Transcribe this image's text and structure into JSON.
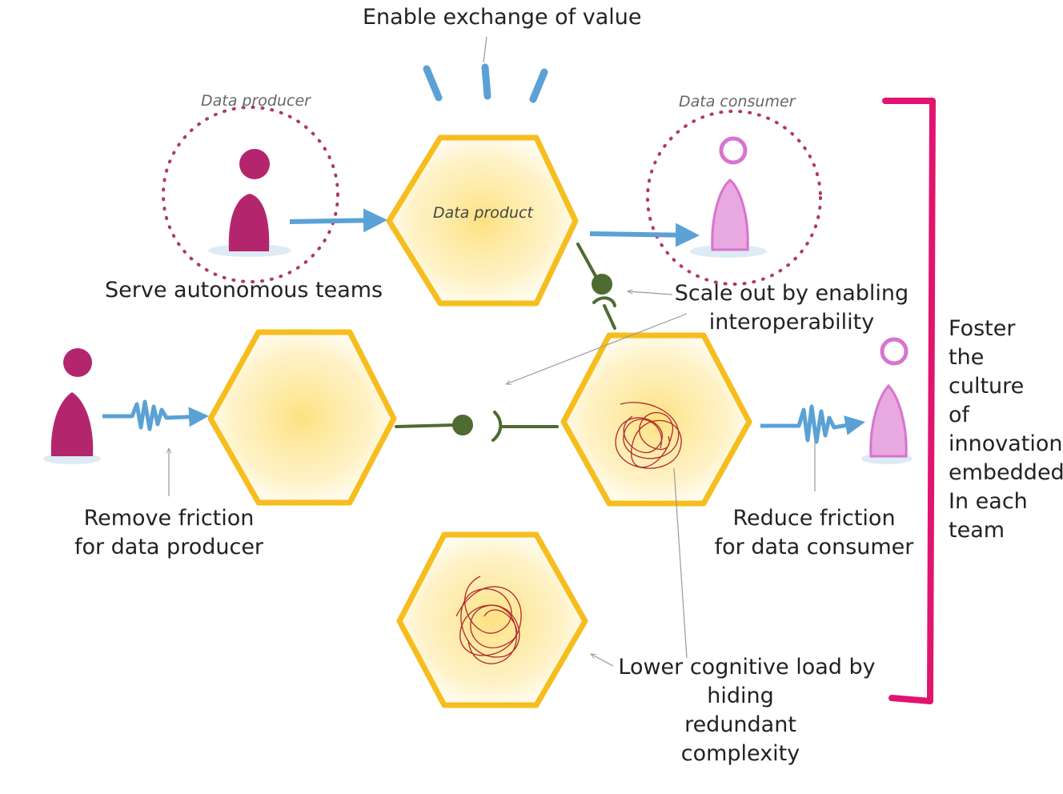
{
  "labels": {
    "top_title": "Enable exchange of value",
    "data_producer_role": "Data producer",
    "data_consumer_role": "Data consumer",
    "data_product": "Data product",
    "serve_autonomous": "Serve autonomous teams",
    "scale_out_line1": "Scale out by enabling",
    "scale_out_line2": "interoperability",
    "remove_friction_line1": "Remove friction",
    "remove_friction_line2": "for data producer",
    "reduce_friction_line1": "Reduce friction",
    "reduce_friction_line2": "for data consumer",
    "lower_load_line1": "Lower cognitive load by",
    "lower_load_line2": "hiding",
    "lower_load_line3": "redundant",
    "lower_load_line4": "complexity",
    "foster": [
      "Foster",
      "the",
      "culture",
      "of",
      "innovation",
      "embedded",
      "In each",
      "team"
    ]
  },
  "colors": {
    "hex_stroke": "#f5bd1e",
    "hex_fill": "#fde07a",
    "arrow_blue": "#5aa1d6",
    "producer_magenta": "#b3266e",
    "consumer_pink": "#d873cf",
    "connector_green": "#4e6b32",
    "bracket_pink": "#e0156f",
    "scribble_red": "#b0282c",
    "dotted_circle": "#b0386b",
    "pointer_gray": "#999999"
  }
}
